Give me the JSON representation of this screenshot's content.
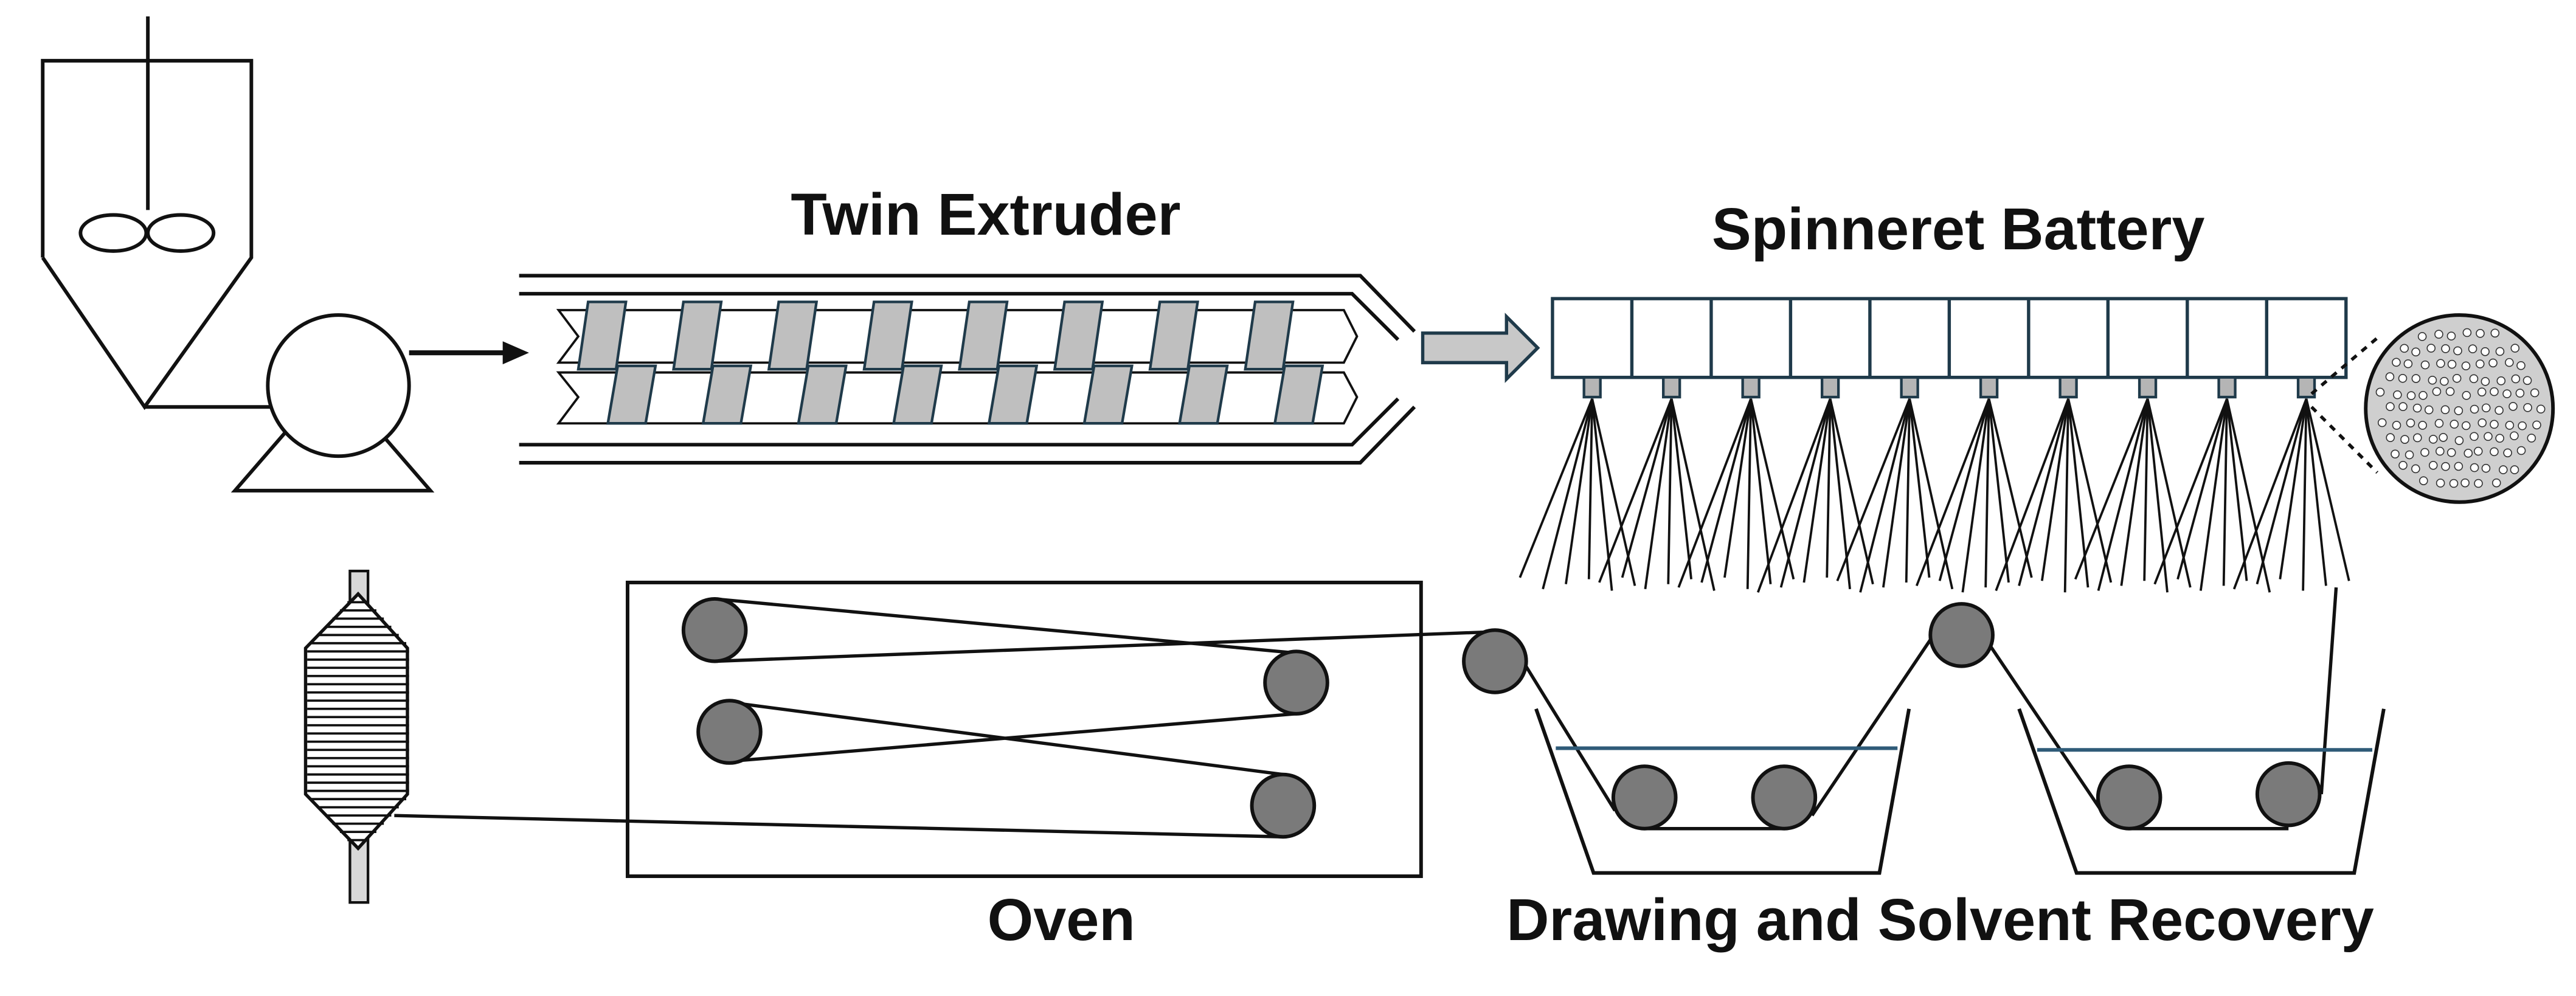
{
  "labels": {
    "twin_extruder": "Twin Extruder",
    "spinneret_battery": "Spinneret Battery",
    "oven": "Oven",
    "drawing_recovery": "Drawing and Solvent Recovery"
  },
  "counts": {
    "spinnerets": 10,
    "filaments_per_spinneret": 6,
    "bath_rollers": 2
  },
  "colors": {
    "line": "#111111",
    "roller": "#7a7a7a",
    "screw_flight": "#bfbfbf",
    "spinneret_box": "#1f3a4a",
    "bath_liquid": "#2f5b78",
    "cutaway_fill": "#cfcfcf"
  }
}
